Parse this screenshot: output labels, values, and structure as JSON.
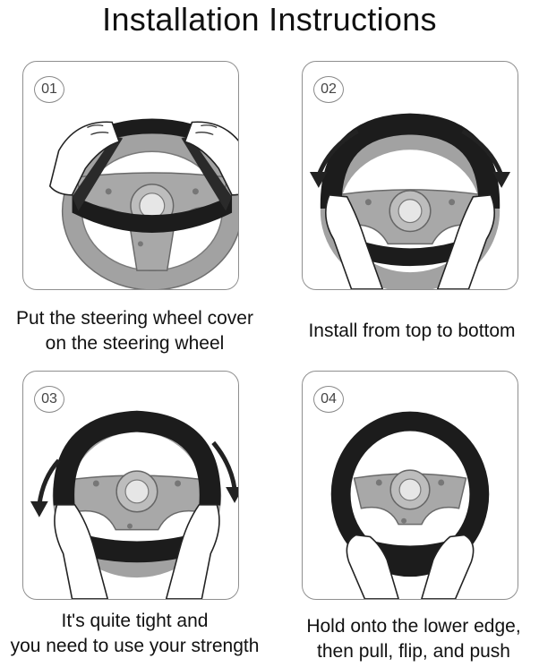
{
  "title": "Installation Instructions",
  "colors": {
    "panel_border": "#8f8f8f",
    "wheel_gray": "#9a9a9a",
    "cover_black": "#1c1c1c",
    "arrow": "#222222"
  },
  "steps": [
    {
      "number": "01",
      "caption_line1": "Put the steering wheel cover",
      "caption_line2": "on the steering wheel"
    },
    {
      "number": "02",
      "caption_line1": "Install from top to bottom",
      "caption_line2": ""
    },
    {
      "number": "03",
      "caption_line1": "It's quite tight and",
      "caption_line2": "you need to use your strength"
    },
    {
      "number": "04",
      "caption_line1": "Hold onto the lower edge,",
      "caption_line2": "then pull, flip, and push"
    }
  ]
}
